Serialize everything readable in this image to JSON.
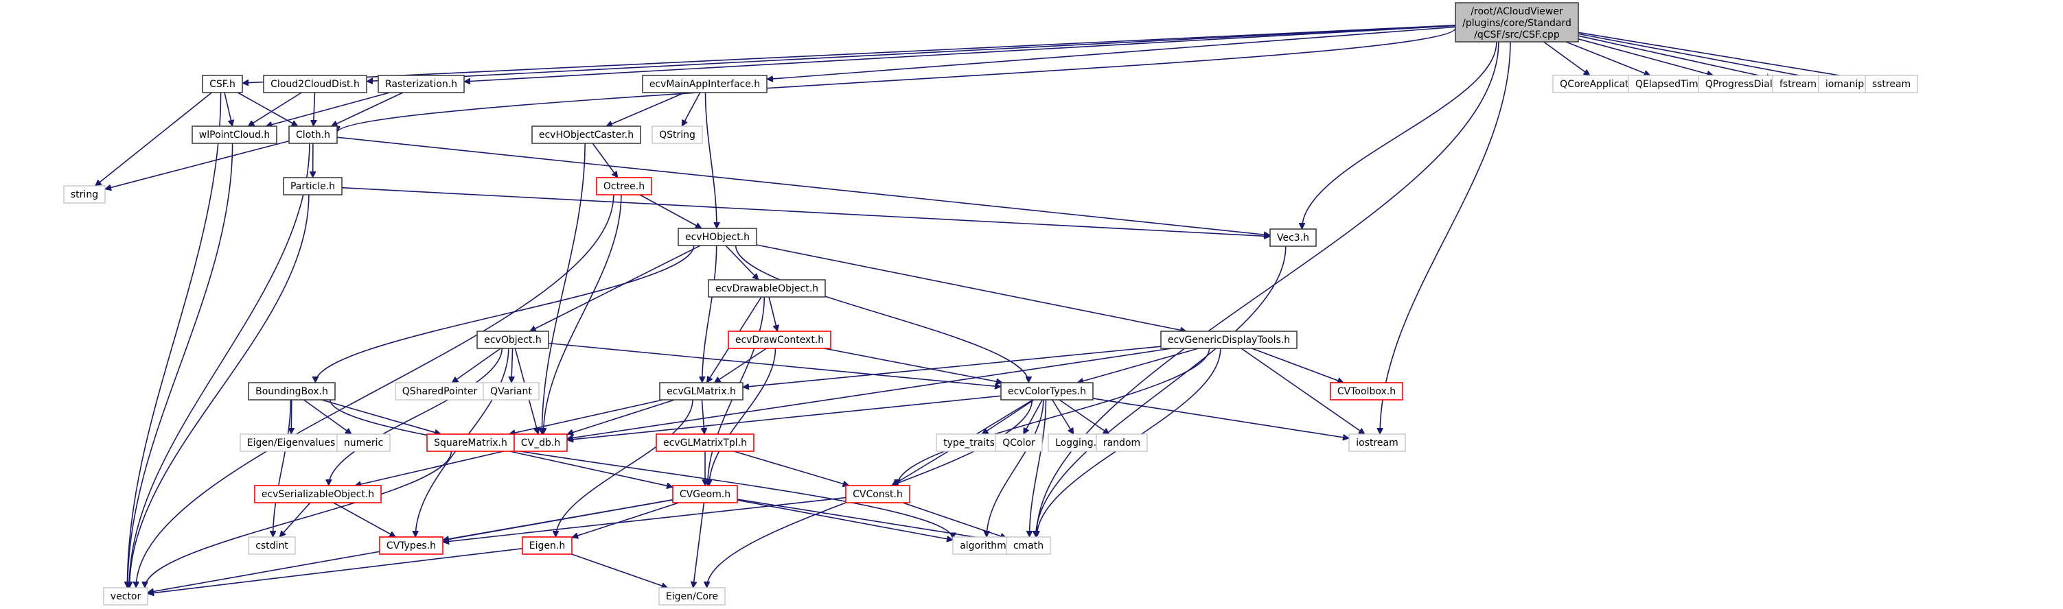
{
  "title": "Include dependency graph for CSF.cpp",
  "colors": {
    "edge": "#191970",
    "root_fill": "#bfbfbf",
    "root_border": "#404040",
    "documented_border": "#404040",
    "truncated_border": "#ff0000",
    "external_border": "#bfbfbf"
  },
  "nodes": [
    {
      "id": "root",
      "label": [
        "/root/ACloudViewer",
        "/plugins/core/Standard",
        "/qCSF/src/CSF.cpp"
      ],
      "kind": "root"
    },
    {
      "id": "csf_h",
      "label": [
        "CSF.h"
      ],
      "kind": "documented"
    },
    {
      "id": "cloud2cloud",
      "label": [
        "Cloud2CloudDist.h"
      ],
      "kind": "documented"
    },
    {
      "id": "rasterization",
      "label": [
        "Rasterization.h"
      ],
      "kind": "documented"
    },
    {
      "id": "mainapp",
      "label": [
        "ecvMainAppInterface.h"
      ],
      "kind": "documented"
    },
    {
      "id": "qcoreapp",
      "label": [
        "QCoreApplication"
      ],
      "kind": "external"
    },
    {
      "id": "qelapsed",
      "label": [
        "QElapsedTimer"
      ],
      "kind": "external"
    },
    {
      "id": "qprogress",
      "label": [
        "QProgressDialog"
      ],
      "kind": "external"
    },
    {
      "id": "fstream",
      "label": [
        "fstream"
      ],
      "kind": "external"
    },
    {
      "id": "iomanip",
      "label": [
        "iomanip"
      ],
      "kind": "external"
    },
    {
      "id": "sstream",
      "label": [
        "sstream"
      ],
      "kind": "external"
    },
    {
      "id": "wlpointcloud",
      "label": [
        "wlPointCloud.h"
      ],
      "kind": "documented"
    },
    {
      "id": "cloth",
      "label": [
        "Cloth.h"
      ],
      "kind": "documented"
    },
    {
      "id": "hobjcaster",
      "label": [
        "ecvHObjectCaster.h"
      ],
      "kind": "documented"
    },
    {
      "id": "qstring",
      "label": [
        "QString"
      ],
      "kind": "external"
    },
    {
      "id": "string",
      "label": [
        "string"
      ],
      "kind": "external"
    },
    {
      "id": "particle",
      "label": [
        "Particle.h"
      ],
      "kind": "documented"
    },
    {
      "id": "octree",
      "label": [
        "Octree.h"
      ],
      "kind": "truncated"
    },
    {
      "id": "vec3",
      "label": [
        "Vec3.h"
      ],
      "kind": "documented"
    },
    {
      "id": "hobject",
      "label": [
        "ecvHObject.h"
      ],
      "kind": "documented"
    },
    {
      "id": "drawable",
      "label": [
        "ecvDrawableObject.h"
      ],
      "kind": "documented"
    },
    {
      "id": "drawcontext",
      "label": [
        "ecvDrawContext.h"
      ],
      "kind": "truncated"
    },
    {
      "id": "object",
      "label": [
        "ecvObject.h"
      ],
      "kind": "documented"
    },
    {
      "id": "genericdisplay",
      "label": [
        "ecvGenericDisplayTools.h"
      ],
      "kind": "documented"
    },
    {
      "id": "qsharedptr",
      "label": [
        "QSharedPointer"
      ],
      "kind": "external"
    },
    {
      "id": "qvariant",
      "label": [
        "QVariant"
      ],
      "kind": "external"
    },
    {
      "id": "boundingbox",
      "label": [
        "BoundingBox.h"
      ],
      "kind": "documented"
    },
    {
      "id": "glmatrix",
      "label": [
        "ecvGLMatrix.h"
      ],
      "kind": "documented"
    },
    {
      "id": "colortypes",
      "label": [
        "ecvColorTypes.h"
      ],
      "kind": "documented"
    },
    {
      "id": "cvtoolbox",
      "label": [
        "CVToolbox.h"
      ],
      "kind": "truncated"
    },
    {
      "id": "eigenvalues",
      "label": [
        "Eigen/Eigenvalues"
      ],
      "kind": "external"
    },
    {
      "id": "numeric",
      "label": [
        "numeric"
      ],
      "kind": "external"
    },
    {
      "id": "squarematrix",
      "label": [
        "SquareMatrix.h"
      ],
      "kind": "truncated"
    },
    {
      "id": "cvdb",
      "label": [
        "CV_db.h"
      ],
      "kind": "truncated"
    },
    {
      "id": "glmatrixtpl",
      "label": [
        "ecvGLMatrixTpl.h"
      ],
      "kind": "truncated"
    },
    {
      "id": "typetraits",
      "label": [
        "type_traits"
      ],
      "kind": "external"
    },
    {
      "id": "qcolor",
      "label": [
        "QColor"
      ],
      "kind": "external"
    },
    {
      "id": "logging",
      "label": [
        "Logging.h"
      ],
      "kind": "external"
    },
    {
      "id": "random",
      "label": [
        "random"
      ],
      "kind": "external"
    },
    {
      "id": "iostream",
      "label": [
        "iostream"
      ],
      "kind": "external"
    },
    {
      "id": "serializable",
      "label": [
        "ecvSerializableObject.h"
      ],
      "kind": "truncated"
    },
    {
      "id": "cvgeom",
      "label": [
        "CVGeom.h"
      ],
      "kind": "truncated"
    },
    {
      "id": "cvconst",
      "label": [
        "CVConst.h"
      ],
      "kind": "truncated"
    },
    {
      "id": "cstdint",
      "label": [
        "cstdint"
      ],
      "kind": "external"
    },
    {
      "id": "cvtypes",
      "label": [
        "CVTypes.h"
      ],
      "kind": "truncated"
    },
    {
      "id": "eigen_h",
      "label": [
        "Eigen.h"
      ],
      "kind": "truncated"
    },
    {
      "id": "algorithm",
      "label": [
        "algorithm"
      ],
      "kind": "external"
    },
    {
      "id": "cmath",
      "label": [
        "cmath"
      ],
      "kind": "external"
    },
    {
      "id": "vector",
      "label": [
        "vector"
      ],
      "kind": "external"
    },
    {
      "id": "eigencore",
      "label": [
        "Eigen/Core"
      ],
      "kind": "external"
    }
  ],
  "edges": [
    [
      "root",
      "csf_h"
    ],
    [
      "root",
      "cloud2cloud"
    ],
    [
      "root",
      "rasterization"
    ],
    [
      "root",
      "cloth"
    ],
    [
      "root",
      "mainapp"
    ],
    [
      "root",
      "qcoreapp"
    ],
    [
      "root",
      "qelapsed"
    ],
    [
      "root",
      "qprogress"
    ],
    [
      "root",
      "fstream"
    ],
    [
      "root",
      "iomanip"
    ],
    [
      "root",
      "sstream"
    ],
    [
      "root",
      "vec3"
    ],
    [
      "root",
      "iostream"
    ],
    [
      "root",
      "cmath"
    ],
    [
      "csf_h",
      "wlpointcloud"
    ],
    [
      "csf_h",
      "cloth"
    ],
    [
      "csf_h",
      "string"
    ],
    [
      "csf_h",
      "vector"
    ],
    [
      "cloud2cloud",
      "wlpointcloud"
    ],
    [
      "cloud2cloud",
      "cloth"
    ],
    [
      "rasterization",
      "wlpointcloud"
    ],
    [
      "rasterization",
      "cloth"
    ],
    [
      "wlpointcloud",
      "vector"
    ],
    [
      "cloth",
      "string"
    ],
    [
      "cloth",
      "vector"
    ],
    [
      "cloth",
      "particle"
    ],
    [
      "cloth",
      "vec3"
    ],
    [
      "particle",
      "vec3"
    ],
    [
      "particle",
      "vector"
    ],
    [
      "mainapp",
      "hobjcaster"
    ],
    [
      "mainapp",
      "qstring"
    ],
    [
      "mainapp",
      "hobject"
    ],
    [
      "hobjcaster",
      "octree"
    ],
    [
      "hobjcaster",
      "cvdb"
    ],
    [
      "octree",
      "hobject"
    ],
    [
      "octree",
      "cvdb"
    ],
    [
      "octree",
      "vector"
    ],
    [
      "vec3",
      "cmath"
    ],
    [
      "hobject",
      "drawable"
    ],
    [
      "hobject",
      "object"
    ],
    [
      "hobject",
      "boundingbox"
    ],
    [
      "hobject",
      "glmatrix"
    ],
    [
      "hobject",
      "colortypes"
    ],
    [
      "hobject",
      "genericdisplay"
    ],
    [
      "drawable",
      "drawcontext"
    ],
    [
      "drawable",
      "glmatrix"
    ],
    [
      "drawable",
      "cvgeom"
    ],
    [
      "drawcontext",
      "glmatrix"
    ],
    [
      "drawcontext",
      "colortypes"
    ],
    [
      "drawcontext",
      "cvgeom"
    ],
    [
      "object",
      "qsharedptr"
    ],
    [
      "object",
      "qvariant"
    ],
    [
      "object",
      "cvdb"
    ],
    [
      "object",
      "serializable"
    ],
    [
      "object",
      "cvtypes"
    ],
    [
      "object",
      "colortypes"
    ],
    [
      "genericdisplay",
      "glmatrix"
    ],
    [
      "genericdisplay",
      "colortypes"
    ],
    [
      "genericdisplay",
      "cvtoolbox"
    ],
    [
      "genericdisplay",
      "iostream"
    ],
    [
      "genericdisplay",
      "cmath"
    ],
    [
      "genericdisplay",
      "cvconst"
    ],
    [
      "genericdisplay",
      "cvdb"
    ],
    [
      "boundingbox",
      "eigenvalues"
    ],
    [
      "boundingbox",
      "numeric"
    ],
    [
      "boundingbox",
      "squarematrix"
    ],
    [
      "boundingbox",
      "cstdint"
    ],
    [
      "boundingbox",
      "algorithm"
    ],
    [
      "glmatrix",
      "glmatrixtpl"
    ],
    [
      "glmatrix",
      "cvdb"
    ],
    [
      "glmatrix",
      "squarematrix"
    ],
    [
      "glmatrix",
      "eigen_h"
    ],
    [
      "colortypes",
      "typetraits"
    ],
    [
      "colortypes",
      "qcolor"
    ],
    [
      "colortypes",
      "logging"
    ],
    [
      "colortypes",
      "random"
    ],
    [
      "colortypes",
      "iostream"
    ],
    [
      "colortypes",
      "cvdb"
    ],
    [
      "colortypes",
      "cvconst"
    ],
    [
      "colortypes",
      "algorithm"
    ],
    [
      "colortypes",
      "cmath"
    ],
    [
      "colortypes",
      "eigencore"
    ],
    [
      "squarematrix",
      "cvgeom"
    ],
    [
      "squarematrix",
      "vector"
    ],
    [
      "cvdb",
      "serializable"
    ],
    [
      "glmatrixtpl",
      "cvgeom"
    ],
    [
      "glmatrixtpl",
      "cvconst"
    ],
    [
      "serializable",
      "cstdint"
    ],
    [
      "serializable",
      "cvtypes"
    ],
    [
      "cvgeom",
      "cvtypes"
    ],
    [
      "cvgeom",
      "eigen_h"
    ],
    [
      "cvgeom",
      "algorithm"
    ],
    [
      "cvgeom",
      "cmath"
    ],
    [
      "cvgeom",
      "eigencore"
    ],
    [
      "cvgeom",
      "vector"
    ],
    [
      "cvconst",
      "cvtypes"
    ],
    [
      "cvconst",
      "cmath"
    ],
    [
      "eigen_h",
      "eigencore"
    ],
    [
      "eigen_h",
      "vector"
    ]
  ]
}
